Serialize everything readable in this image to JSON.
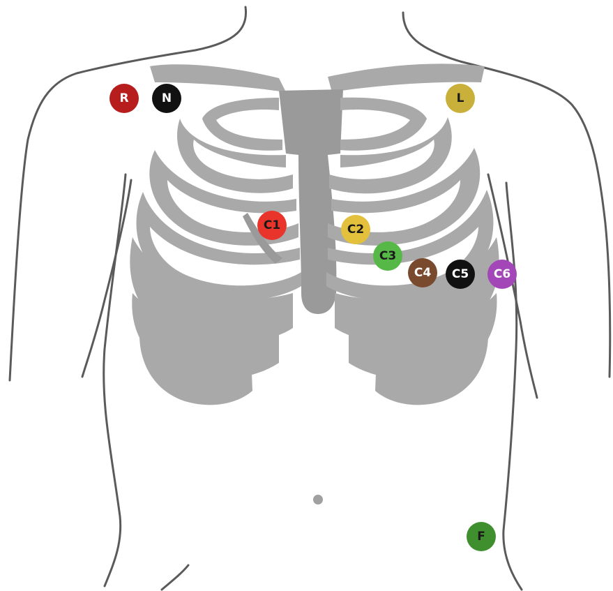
{
  "figure": {
    "subject": "chest-lead-placement",
    "electrodes": [
      {
        "id": "R",
        "label": "R",
        "color": "#b81d1d",
        "text_color": "light"
      },
      {
        "id": "N",
        "label": "N",
        "color": "#111111",
        "text_color": "light"
      },
      {
        "id": "L",
        "label": "L",
        "color": "#c9b03a",
        "text_color": "dark"
      },
      {
        "id": "C1",
        "label": "C1",
        "color": "#e8342b",
        "text_color": "dark"
      },
      {
        "id": "C2",
        "label": "C2",
        "color": "#e3c13c",
        "text_color": "dark"
      },
      {
        "id": "C3",
        "label": "C3",
        "color": "#56b847",
        "text_color": "dark"
      },
      {
        "id": "C4",
        "label": "C4",
        "color": "#7a4a2f",
        "text_color": "light"
      },
      {
        "id": "C5",
        "label": "C5",
        "color": "#111111",
        "text_color": "light"
      },
      {
        "id": "C6",
        "label": "C6",
        "color": "#a347b8",
        "text_color": "light"
      },
      {
        "id": "F",
        "label": "F",
        "color": "#3f8f2f",
        "text_color": "dark"
      }
    ]
  }
}
